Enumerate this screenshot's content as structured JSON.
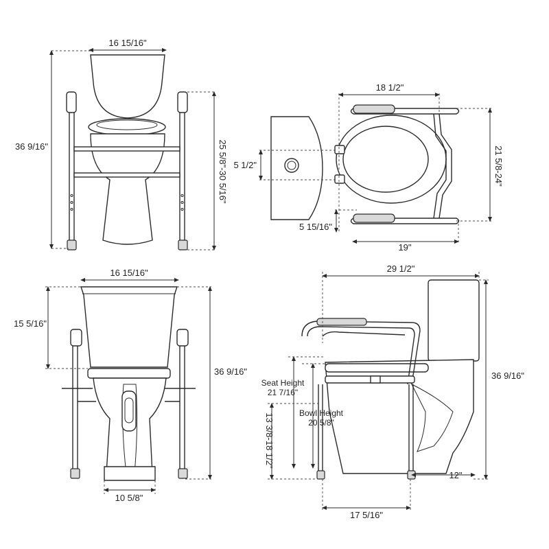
{
  "views": {
    "front": {
      "width_top": "16 15/16\"",
      "total_height": "36 9/16\"",
      "arm_height": "25 5/8\"-30 5/16\""
    },
    "top": {
      "depth": "18 1/2\"",
      "width_range": "21 5/8-24\"",
      "seat_offset": "5 1/2\"",
      "leg_offset": "5 15/16\"",
      "base_width": "19\""
    },
    "rear": {
      "width_top": "16 15/16\"",
      "tank_height": "15 5/16\"",
      "total_height": "36 9/16\"",
      "base_width": "10 5/8\""
    },
    "side": {
      "total_length": "29 1/2\"",
      "total_height": "36 9/16\"",
      "seat_label": "Seat Height",
      "seat_value": "21 7/16\"",
      "bowl_label": "Bowl Height",
      "bowl_value": "20 5/8\"",
      "adjust_range": "13 3/8-18 1/2\"",
      "foot_offset": "12\"",
      "base_depth": "17 5/16\""
    }
  },
  "colors": {
    "line": "#2a2a2a",
    "grip": "#d9d9d9",
    "background": "#ffffff"
  }
}
